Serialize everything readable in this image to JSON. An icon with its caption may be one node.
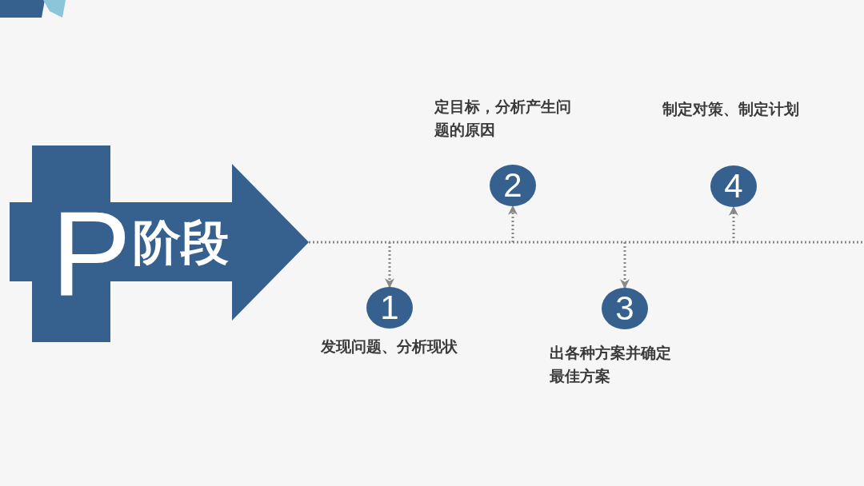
{
  "diagram": {
    "nodes": [
      {
        "text": [
          "P",
          "阶段"
        ]
      },
      {
        "text": [
          "1"
        ],
        "beside": [
          "发现问题、分析现状"
        ]
      },
      {
        "text": [
          "2"
        ],
        "beside": [
          "定目标，分析产生问题的原因"
        ]
      },
      {
        "text": [
          "3"
        ],
        "beside": [
          "出各种方案并确定最佳方案"
        ]
      },
      {
        "text": [
          "4"
        ],
        "beside": [
          "制定对策、制定计划"
        ]
      }
    ],
    "edges": [
      {
        "from": 0,
        "to": null,
        "arrow": "none",
        "style": "dashed"
      },
      {
        "from": null,
        "to": 1,
        "arrow": "to",
        "style": "dashed"
      },
      {
        "from": null,
        "to": 2,
        "arrow": "to",
        "style": "dashed"
      },
      {
        "from": null,
        "to": 3,
        "arrow": "to",
        "style": "dashed"
      },
      {
        "from": null,
        "to": 4,
        "arrow": "to",
        "style": "dashed"
      }
    ]
  }
}
